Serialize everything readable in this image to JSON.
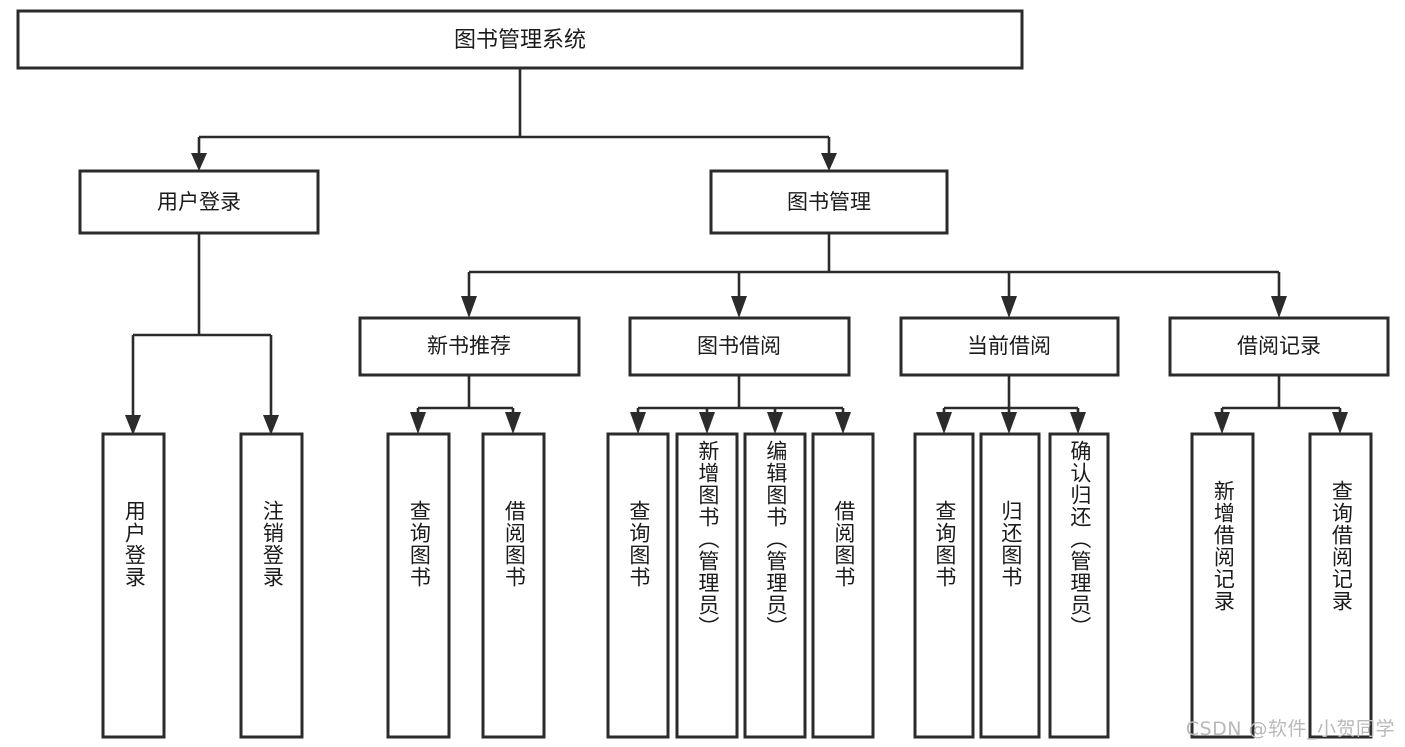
{
  "diagram": {
    "title": "图书管理系统",
    "watermark": "CSDN @软件_小贺同学",
    "colors": {
      "background": "#ffffff",
      "box_stroke": "#2b2b2b",
      "box_fill": "#ffffff",
      "text": "#1b1b1b",
      "watermark": "#b9b9b9"
    },
    "levels": {
      "root": {
        "label": "图书管理系统"
      },
      "level2": [
        {
          "label": "用户登录"
        },
        {
          "label": "图书管理"
        }
      ],
      "level3": [
        {
          "label": "新书推荐"
        },
        {
          "label": "图书借阅"
        },
        {
          "label": "当前借阅"
        },
        {
          "label": "借阅记录"
        }
      ],
      "leaves": {
        "user_login": [
          {
            "label": "用户登录"
          },
          {
            "label": "注销登录"
          }
        ],
        "new_book_recommend": [
          {
            "label": "查询图书"
          },
          {
            "label": "借阅图书"
          }
        ],
        "book_borrow": [
          {
            "label": "查询图书"
          },
          {
            "label": "新增图书（管理员）"
          },
          {
            "label": "编辑图书（管理员）"
          },
          {
            "label": "借阅图书"
          }
        ],
        "current_borrow": [
          {
            "label": "查询图书"
          },
          {
            "label": "归还图书"
          },
          {
            "label": "确认归还（管理员）"
          }
        ],
        "borrow_record": [
          {
            "label": "新增借阅记录"
          },
          {
            "label": "查询借阅记录"
          }
        ]
      }
    }
  }
}
